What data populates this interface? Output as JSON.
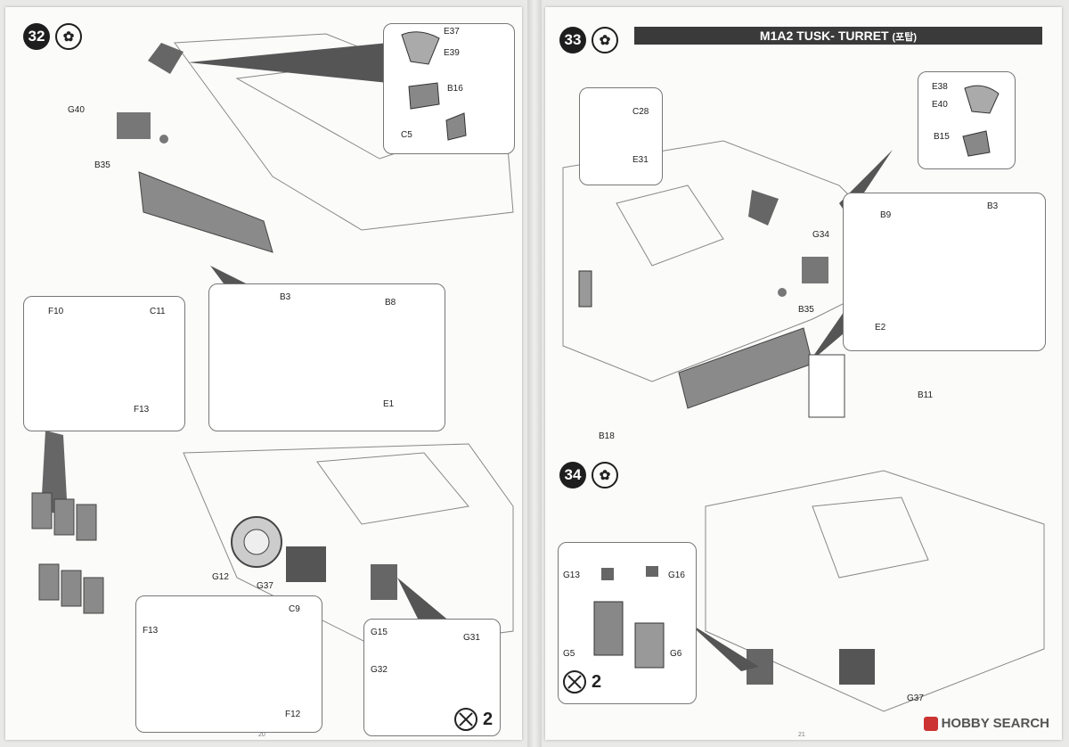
{
  "left_page": {
    "step": "32",
    "page_number": "20",
    "labels": {
      "E37": "E37",
      "E39": "E39",
      "B16": "B16",
      "C5": "C5",
      "G40": "G40",
      "B35": "B35",
      "B3": "B3",
      "B8": "B8",
      "E1": "E1",
      "F10": "F10",
      "C11": "C11",
      "F13a": "F13",
      "G12": "G12",
      "G37": "G37",
      "F13b": "F13",
      "C9": "C9",
      "F12": "F12",
      "G15": "G15",
      "G31": "G31",
      "G32": "G32"
    },
    "quantity": "2"
  },
  "right_page": {
    "step": "33",
    "title": "M1A2 TUSK- TURRET",
    "title_suffix": "(포탑)",
    "page_number": "21",
    "labels": {
      "C28": "C28",
      "E31": "E31",
      "E38": "E38",
      "E40": "E40",
      "B15": "B15",
      "B3": "B3",
      "B9": "B9",
      "G34": "G34",
      "B35": "B35",
      "E2": "E2",
      "B11": "B11",
      "B18": "B18"
    },
    "step2": "34",
    "step2_labels": {
      "G13": "G13",
      "G16": "G16",
      "G5": "G5",
      "G6": "G6",
      "G37": "G37"
    },
    "quantity": "2"
  },
  "watermark": "HOBBY SEARCH"
}
